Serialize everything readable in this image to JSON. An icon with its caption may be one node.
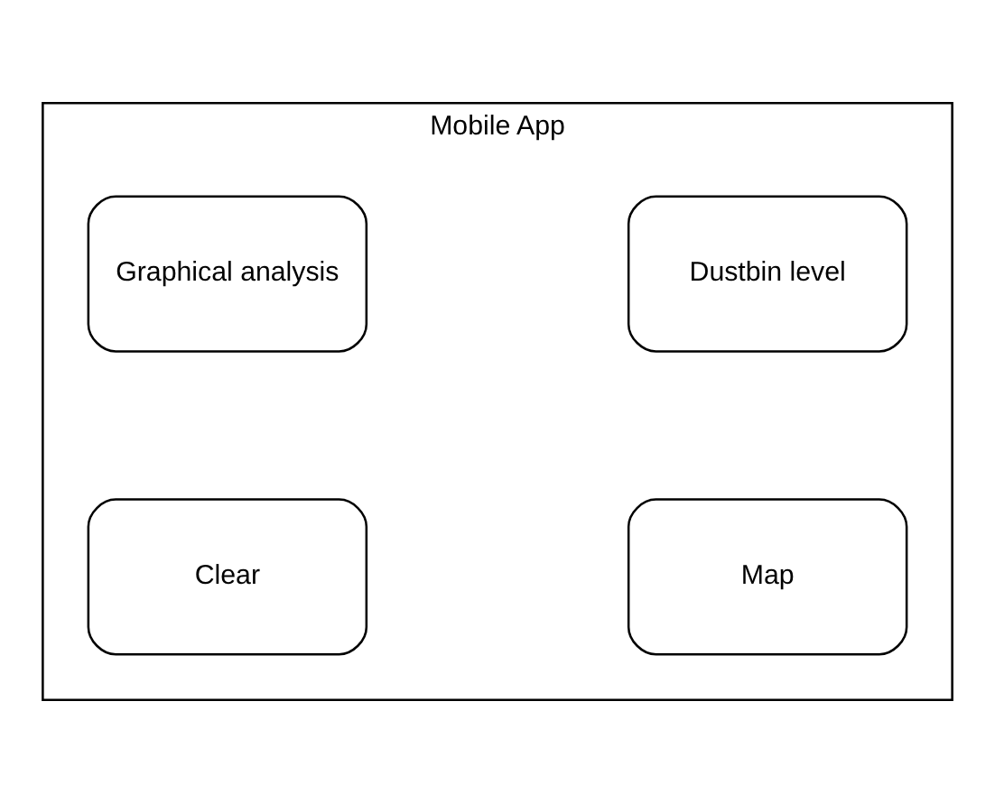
{
  "diagram": {
    "nodes": [
      {
        "text": [
          "Mobile App"
        ]
      },
      {
        "text": [
          "Dustbin level"
        ],
        "in": 0
      },
      {
        "text": [
          "Graphical analysis"
        ],
        "in": 0
      },
      {
        "text": [
          "Map"
        ],
        "in": 0
      },
      {
        "text": [
          "Clear"
        ],
        "in": 0
      }
    ]
  }
}
